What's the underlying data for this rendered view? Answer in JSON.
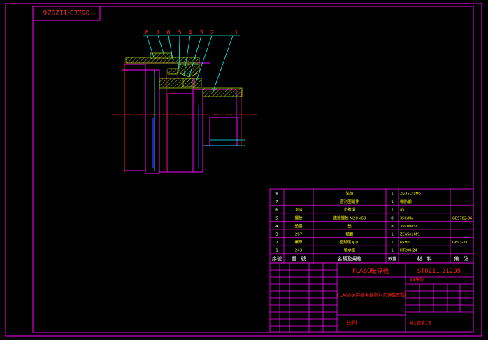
{
  "colors": {
    "background": "#000000",
    "frame": "#ff00ff",
    "hatch": "#a0c800",
    "leader": "#00ffff",
    "red_line": "#ff2020",
    "blue_line": "#3030ff",
    "text_white": "#ffffff",
    "text_yellow": "#ffff00"
  },
  "drawing": {
    "stamp_rotated": "06££3-112SZ6",
    "balloon_numbers": [
      "8",
      "7",
      "6",
      "5",
      "4",
      "3",
      "2",
      "1"
    ]
  },
  "bom": {
    "rows": [
      {
        "no": "8",
        "code": "",
        "name": "法蘭",
        "qty": "1",
        "material": "ZG35Cr1Mo",
        "remark": ""
      },
      {
        "no": "7",
        "code": "",
        "name": "密封圈組件",
        "qty": "1",
        "material": "橡膠/鋼",
        "remark": ""
      },
      {
        "no": "6",
        "code": "304",
        "name": "止推環",
        "qty": "1",
        "material": "45",
        "remark": ""
      },
      {
        "no": "5",
        "code": "螺栓",
        "name": "連接螺栓 M20×60",
        "qty": "8",
        "material": "35CrMo",
        "remark": "GB5782-86"
      },
      {
        "no": "4",
        "code": "墊圈",
        "name": "墊",
        "qty": "8",
        "material": "35CrMnSi",
        "remark": ""
      },
      {
        "no": "3",
        "code": "207",
        "name": "軸套",
        "qty": "1",
        "material": "ZCuSn10P1",
        "remark": ""
      },
      {
        "no": "2",
        "code": "螺母",
        "name": "密封環 φ20",
        "qty": "1",
        "material": "65Mn",
        "remark": "GB93-87"
      },
      {
        "no": "1",
        "code": "243",
        "name": "軸承座",
        "qty": "1",
        "material": "HT200-24",
        "remark": ""
      }
    ],
    "header": {
      "no": "序號",
      "code": "圖　號",
      "name": "名稱及規格",
      "qty": "數量",
      "material": "材　料",
      "remark": "備　注"
    }
  },
  "title_block": {
    "project": "FLA60破碎機",
    "drawing_number": "ST0211-21295",
    "drawing_title": "FLA60破碎機主軸密封部件裝配圖",
    "unit": "比例",
    "sheet": "共1張第1張",
    "school": "XX學院"
  }
}
